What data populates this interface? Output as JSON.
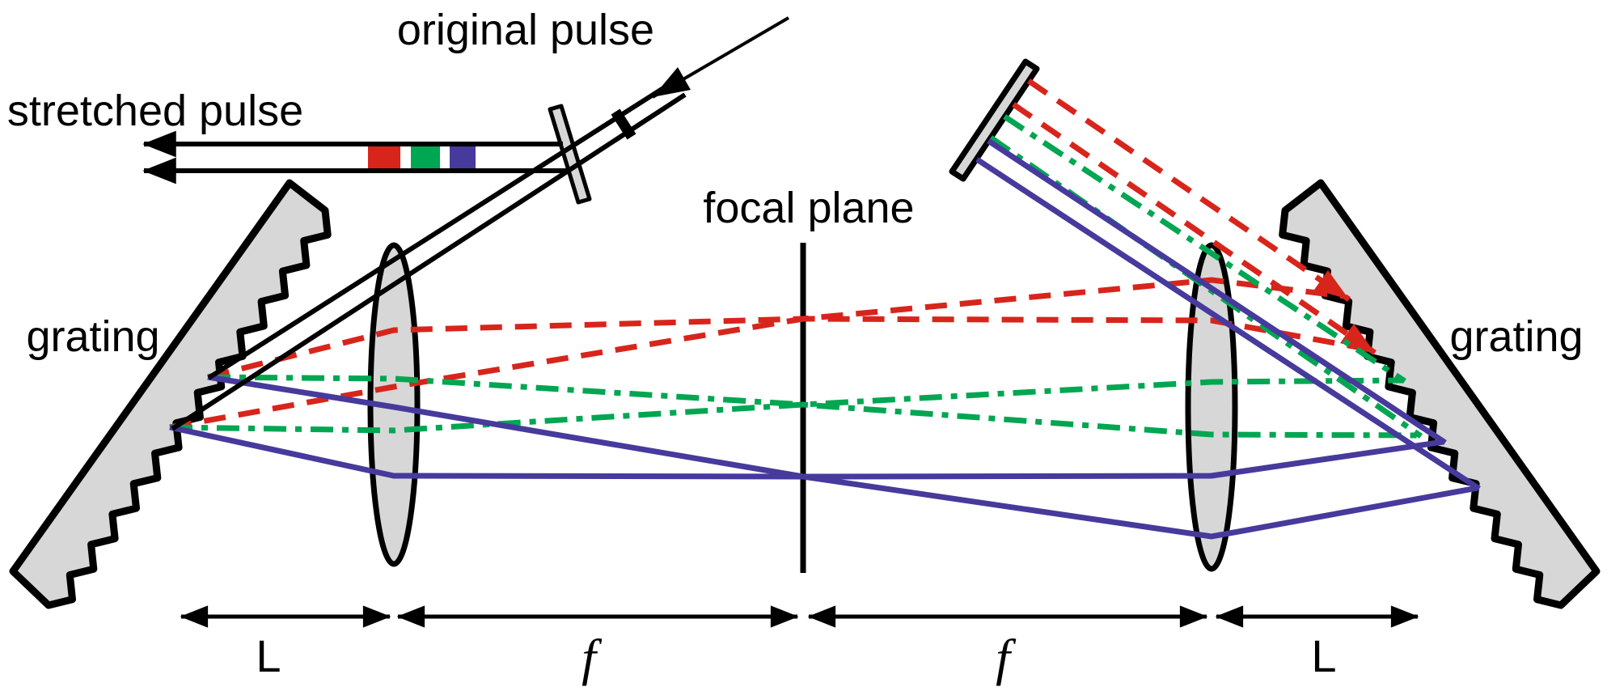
{
  "diagram": {
    "labels": {
      "original_pulse": "original pulse",
      "stretched_pulse": "stretched pulse",
      "focal_plane": "focal plane",
      "grating_left": "grating",
      "grating_right": "grating",
      "dim_l_left": "L",
      "dim_f_left": "f",
      "dim_f_right": "f",
      "dim_l_right": "L"
    },
    "colors": {
      "red": "#D8251C",
      "green": "#00A651",
      "blue": "#463A9C",
      "gray_fill": "#D7D7D7",
      "line": "#000000",
      "background": "#FFFFFF"
    },
    "stretched_pulse_blocks": [
      "red",
      "green",
      "blue"
    ]
  }
}
